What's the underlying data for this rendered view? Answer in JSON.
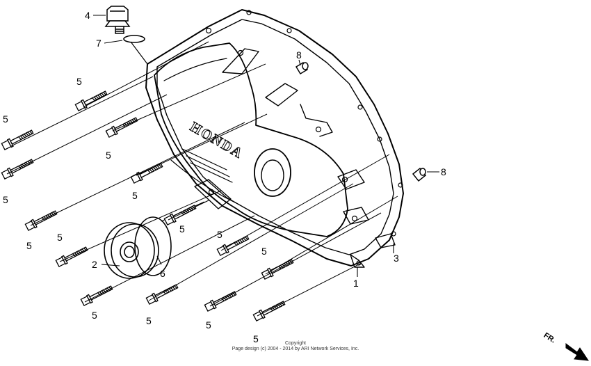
{
  "diagram": {
    "brand_text": "HONDA",
    "parts": [
      {
        "id": "part-1",
        "label": "1"
      },
      {
        "id": "part-2",
        "label": "2"
      },
      {
        "id": "part-3",
        "label": "3"
      },
      {
        "id": "part-4",
        "label": "4"
      },
      {
        "id": "part-6",
        "label": "6"
      },
      {
        "id": "part-7",
        "label": "7"
      }
    ],
    "bolt_label": "5",
    "dowel_label": "8",
    "direction_label": "FR.",
    "copyright_line1": "Copyright",
    "copyright_line2": "Page design (c) 2004 - 2014 by ARI Network Services, Inc."
  }
}
